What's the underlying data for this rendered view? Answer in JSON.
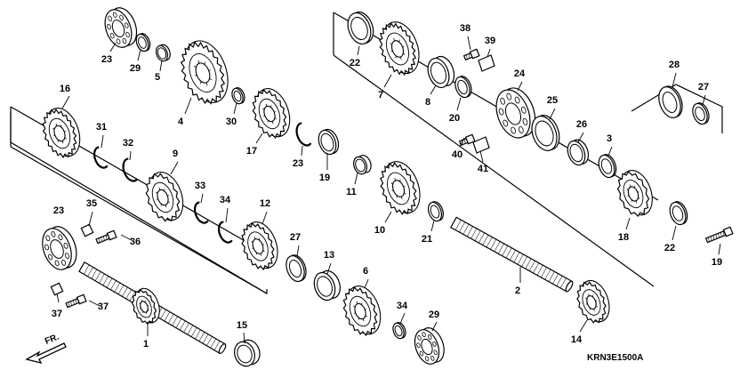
{
  "diagram_code": "KRN3E1500A",
  "direction_label": "FR.",
  "callouts": [
    "1",
    "2",
    "3",
    "4",
    "5",
    "6",
    "7",
    "8",
    "9",
    "10",
    "11",
    "12",
    "13",
    "14",
    "15",
    "16",
    "17",
    "18",
    "19",
    "19",
    "20",
    "21",
    "22",
    "22",
    "23",
    "23",
    "23",
    "24",
    "25",
    "26",
    "27",
    "27",
    "28",
    "29",
    "29",
    "30",
    "31",
    "32",
    "33",
    "34",
    "34",
    "35",
    "36",
    "37",
    "37",
    "38",
    "39",
    "40",
    "41"
  ]
}
